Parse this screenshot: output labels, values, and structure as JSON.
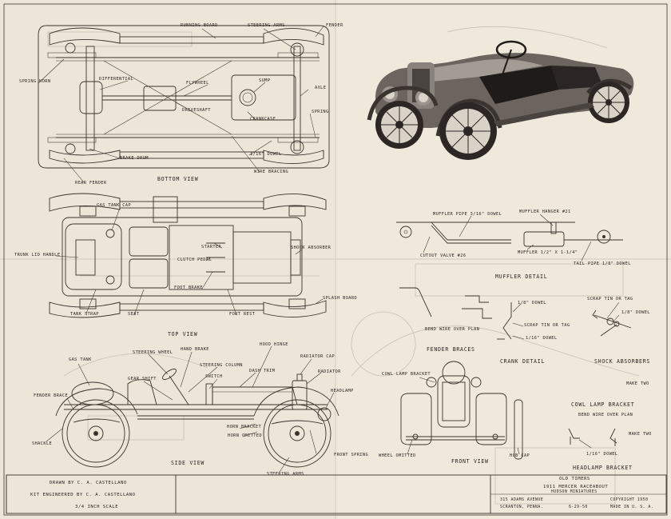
{
  "views": {
    "bottom": "BOTTOM VIEW",
    "top": "TOP VIEW",
    "side": "SIDE VIEW",
    "front": "FRONT VIEW"
  },
  "bottom_labels": {
    "running_board": "RUNNING BOARD",
    "steering_arms": "STEERING ARMS",
    "fender": "FENDER",
    "spring_horn": "SPRING HORN",
    "differential": "DIFFERENTIAL",
    "flywheel": "FLYWHEEL",
    "sump": "SUMP",
    "axle": "AXLE",
    "driveshaft": "DRIVESHAFT",
    "crankcase": "CRANKCASE",
    "spring": "SPRING",
    "brake_drum": "BRAKE DRUM",
    "dowel": "1/16\" DOWEL",
    "rear_fender": "REAR FENDER",
    "wire_bracing": "WIRE BRACING"
  },
  "top_labels": {
    "gas_tank_cap": "GAS TANK CAP",
    "trunk_lid_handle": "TRUNK LID HANDLE",
    "starter": "STARTER",
    "clutch_pedal": "CLUTCH PEDAL",
    "shock_absorber": "SHOCK ABSORBER",
    "foot_brake": "FOOT BRAKE",
    "splash_board": "SPLASH BOARD",
    "tank_strap": "TANK STRAP",
    "seat": "SEAT",
    "foot rest": "FOOT REST"
  },
  "muffler": {
    "pipe": "MUFFLER PIPE 3/16\" DOWEL",
    "hanger": "MUFFLER HANGER #21",
    "cutout": "CUTOUT VALVE #26",
    "muffler": "MUFFLER 1/2\" X 1-1/4\"",
    "tail_pipe": "TAIL PIPE 1/8\" DOWEL",
    "title": "MUFFLER DETAIL"
  },
  "fender_braces": {
    "bend": "BEND WIRE OVER PLAN",
    "title": "FENDER BRACES"
  },
  "crank": {
    "dowel_a": "1/8\" DOWEL",
    "scrap": "SCRAP TIN OR TAG",
    "dowel_b": "1/16\" DOWEL",
    "title": "CRANK DETAIL"
  },
  "shocks": {
    "scrap": "SCRAP TIN OR TAG",
    "dowel": "1/8\" DOWEL",
    "make_two": "MAKE TWO",
    "title": "SHOCK ABSORBERS"
  },
  "cowl": {
    "title": "COWL LAMP BRACKET",
    "bend": "BEND WIRE OVER PLAN"
  },
  "headlamp": {
    "make_two": "MAKE TWO",
    "dowel": "1/16\" DOWEL",
    "title": "HEADLAMP BRACKET"
  },
  "side_labels": {
    "gas_tank": "GAS TANK",
    "steering_wheel": "STEERING WHEEL",
    "hand_brake": "HAND BRAKE",
    "steering_column": "STEERING COLUMN",
    "hood_hinge": "HOOD HINGE",
    "radiator_cap": "RADIATOR CAP",
    "gear_shift": "GEAR SHIFT",
    "switch": "SWITCH",
    "dash_trim": "DASH TRIM",
    "radiator": "RADIATOR",
    "fender_brace": "FENDER BRACE",
    "headlamp": "HEADLAMP",
    "horn_bracket": "HORN BRACKET",
    "horn_omitted": "HORN OMITTED",
    "shackle": "SHACKLE",
    "front_spring": "FRONT SPRING",
    "steering_arms": "STEERING ARMS"
  },
  "front_labels": {
    "cowl_lamp_bracket": "COWL LAMP BRACKET",
    "wheel_omitted": "WHEEL OMITTED",
    "hub_cap": "HUB CAP"
  },
  "credits": {
    "drawn_by": "DRAWN BY C. A. CASTELLANO",
    "kit_by": "KIT ENGINEERED BY C. A. CASTELLANO",
    "scale": "3/4 INCH SCALE"
  },
  "title_block": {
    "series": "OLD TIMERS",
    "model": "1911 MERCER RACEABOUT",
    "maker": "HUDSON MINIATURES",
    "address": "315 ADAMS AVENUE",
    "city": "SCRANTON, PENNA.",
    "copyright": "COPYRIGHT 1950",
    "made_in": "MADE IN U. S. A.",
    "date": "6-29-50"
  }
}
